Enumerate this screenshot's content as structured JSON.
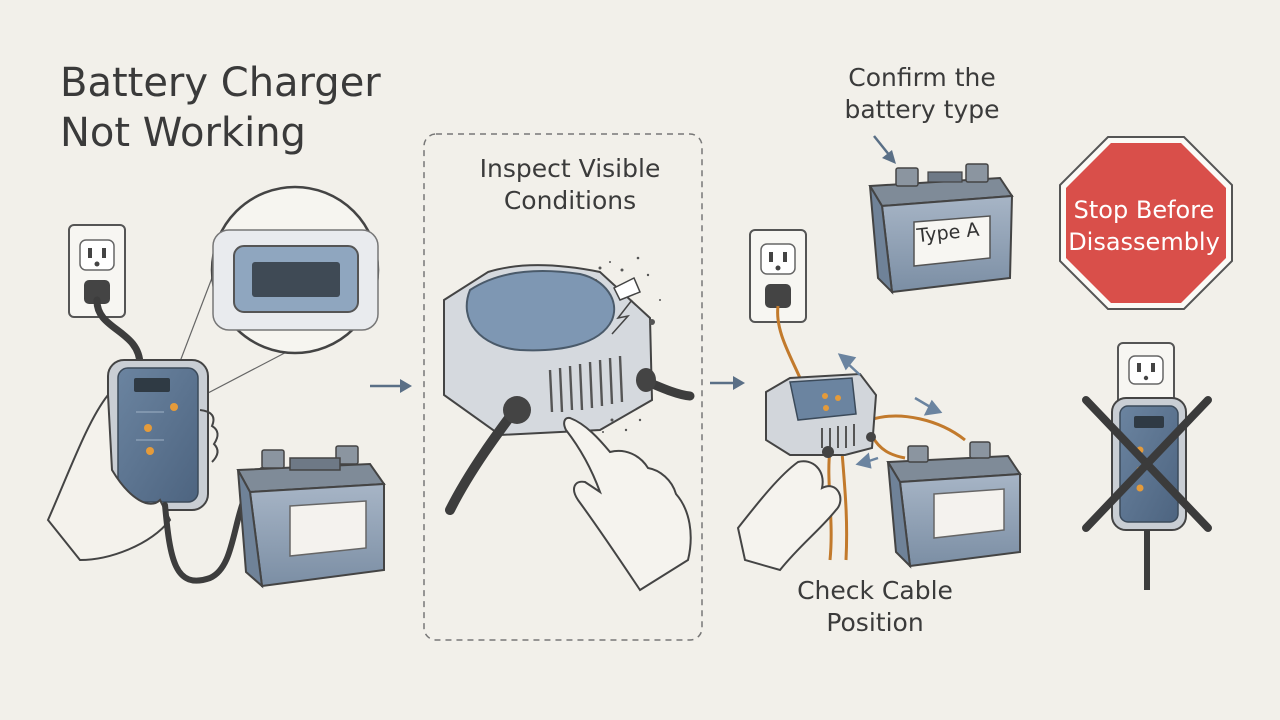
{
  "title": {
    "line1": "Battery Charger",
    "line2": "Not Working"
  },
  "steps": {
    "inspect": {
      "line1": "Inspect Visible",
      "line2": "Conditions"
    },
    "confirm": {
      "line1": "Confirm the",
      "line2": "battery type"
    },
    "cable": {
      "line1": "Check Cable",
      "line2": "Position"
    },
    "stop": {
      "line1": "Stop Before",
      "line2": "Disassembly"
    }
  },
  "battery_label": "Type A",
  "colors": {
    "background": "#f2f0ea",
    "charger_body": "#5d7590",
    "battery_body": "#8fa0b4",
    "stop_sign": "#d94f4a",
    "cable_orange": "#c27a2c",
    "line": "#4a4a4a"
  }
}
